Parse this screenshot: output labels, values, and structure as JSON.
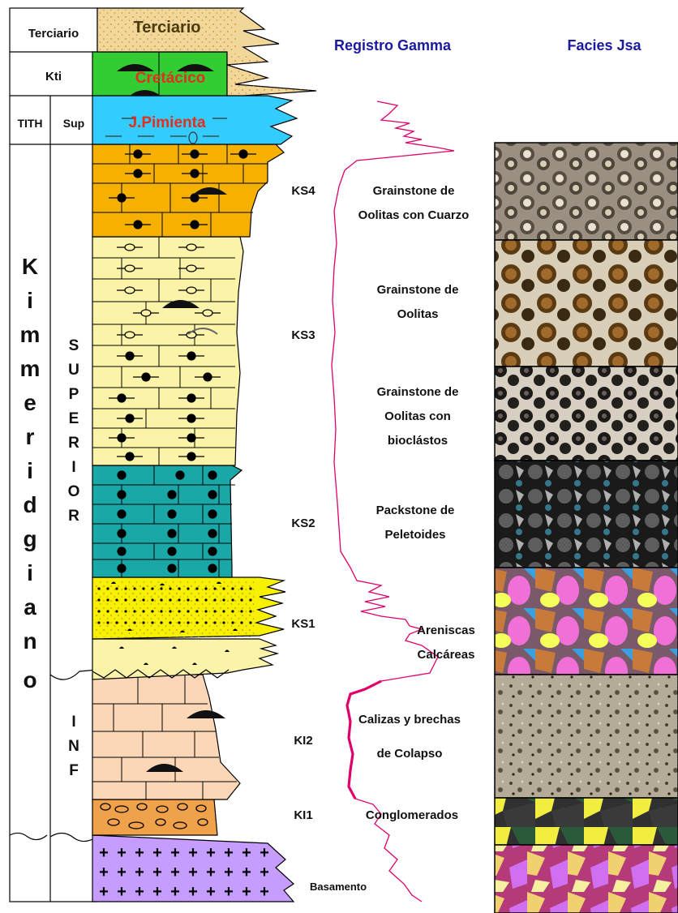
{
  "headers": {
    "gamma": "Registro Gamma",
    "facies": "Facies Jsa"
  },
  "left_column": {
    "terciario": "Terciario",
    "kti": "Kti",
    "tith": "TITH",
    "sup": "Sup",
    "stage_letters": [
      "K",
      "i",
      "m",
      "m",
      "e",
      "r",
      "i",
      "d",
      "g",
      "i",
      "a",
      "n",
      "o"
    ],
    "superior_letters": [
      "S",
      "U",
      "P",
      "E",
      "R",
      "I",
      "O",
      "R"
    ],
    "inf_letters": [
      "I",
      "N",
      "F"
    ]
  },
  "strata_labels": {
    "terciario": "Terciario",
    "cretacico": "Cretácico",
    "pimienta": "J.Pimienta"
  },
  "units": [
    {
      "code": "KS4",
      "facies": [
        "Grainstone de",
        "Oolitas con Cuarzo"
      ]
    },
    {
      "code": "KS3",
      "facies": [
        "Grainstone de",
        "Oolitas"
      ]
    },
    {
      "code": "",
      "facies": [
        "Grainstone de",
        "Oolitas con",
        "bioclástos"
      ]
    },
    {
      "code": "KS2",
      "facies": [
        "Packstone de",
        "Peletoides"
      ]
    },
    {
      "code": "KS1",
      "facies": [
        "Areniscas",
        "Calcáreas"
      ]
    },
    {
      "code": "KI2",
      "facies": [
        "Calizas y brechas",
        "de Colapso"
      ]
    },
    {
      "code": "KI1",
      "facies": [
        "Conglomerados"
      ]
    }
  ],
  "basamento": "Basamento",
  "colors": {
    "header_blue": "#1a1a9c",
    "terciario": "#f2d79a",
    "cretacico": "#33cc33",
    "pimienta": "#33ccff",
    "ks4": "#f5b000",
    "ks3": "#fbf3a8",
    "ks2": "#19a7a7",
    "ks1": "#f7f000",
    "ks1_lower": "#fbf3a8",
    "ki2": "#fbd7b8",
    "ki1": "#f0a24a",
    "basement": "#c79cff",
    "gamma": "#e0006a",
    "red_label": "#e03020"
  }
}
